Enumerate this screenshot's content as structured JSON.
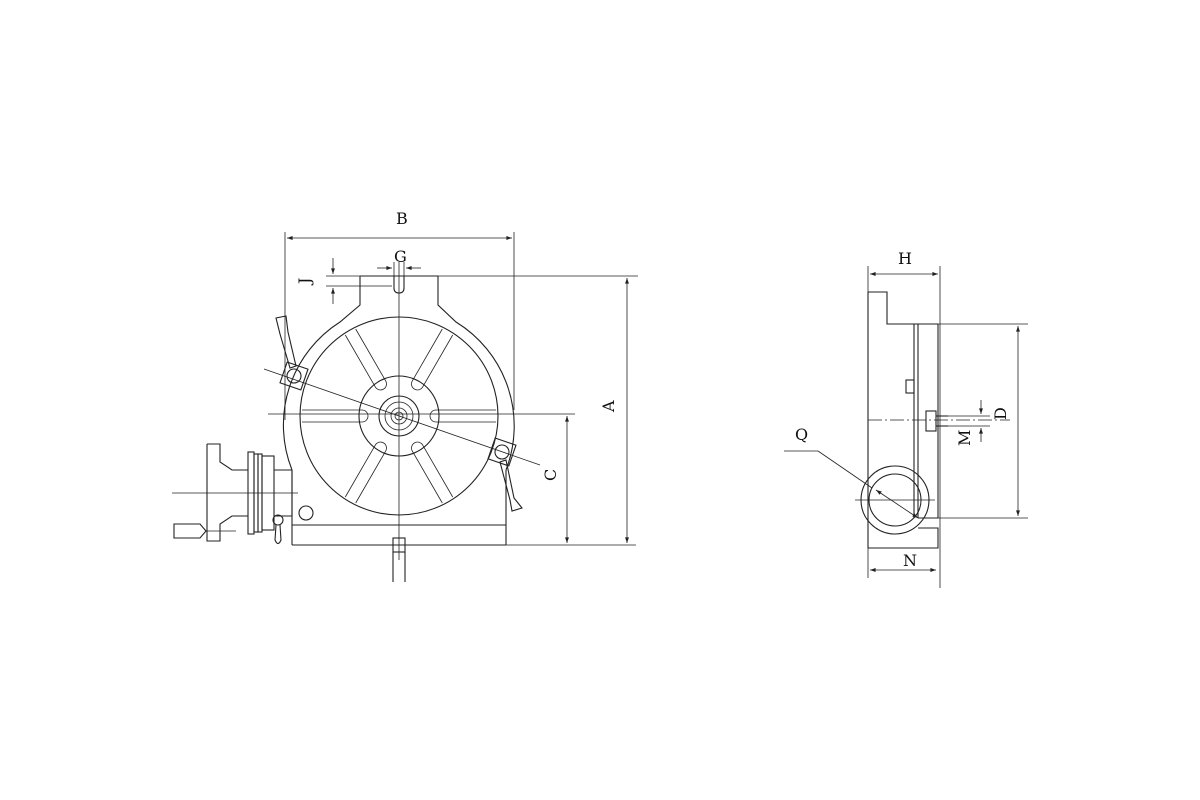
{
  "drawing": {
    "labels": {
      "a": "A",
      "b": "B",
      "c": "C",
      "d": "D",
      "g": "G",
      "h": "H",
      "j": "J",
      "m": "M",
      "n": "N",
      "q": "Q"
    }
  }
}
